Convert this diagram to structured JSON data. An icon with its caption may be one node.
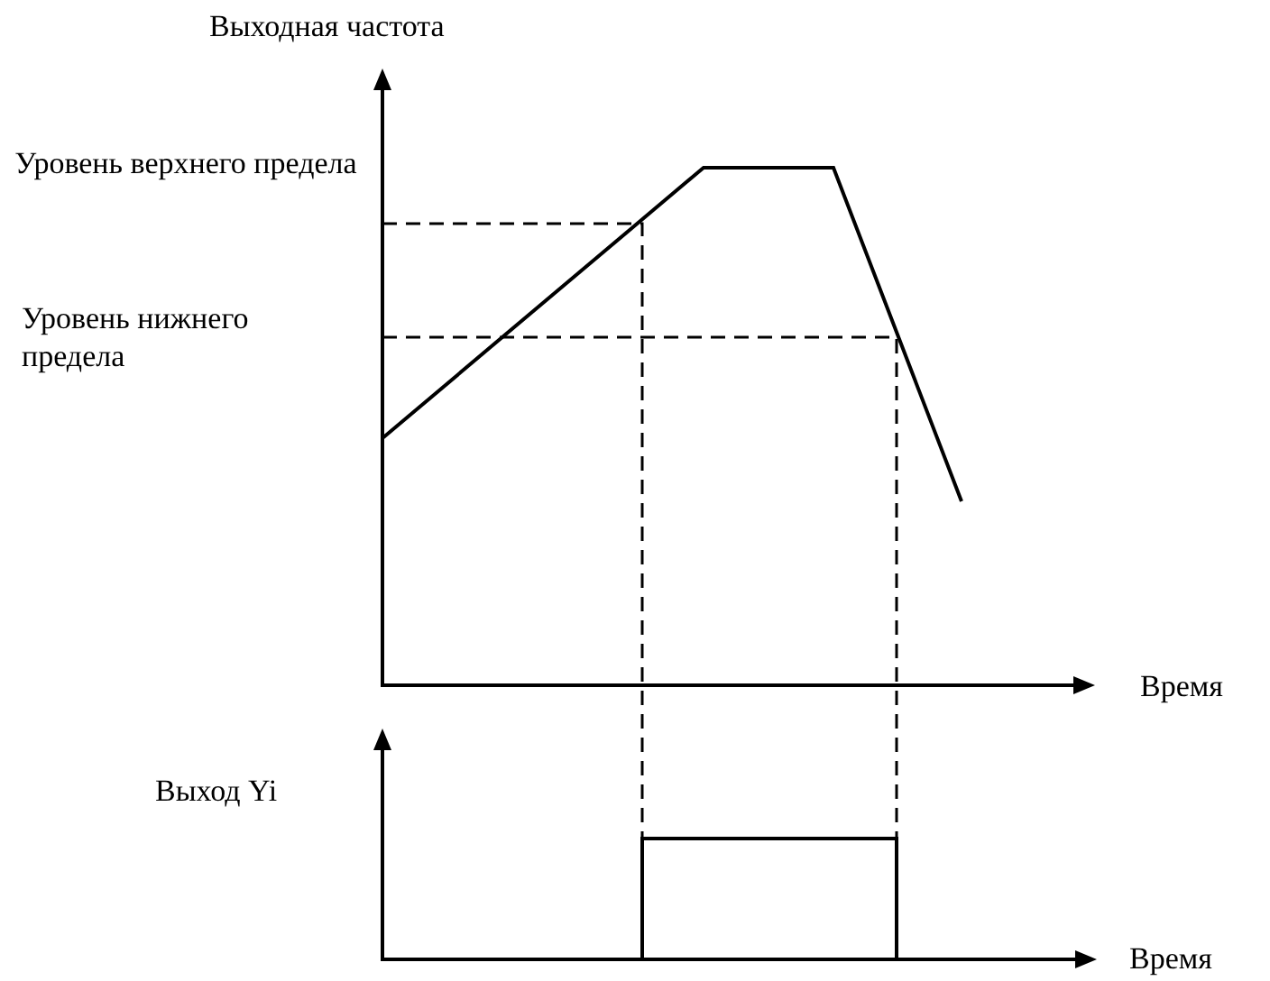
{
  "diagram": {
    "labels": [
      "Выходная частота",
      "Уровень верхнего предела",
      "Уровень нижнего предела",
      "Время",
      "Выход Yi",
      "Время"
    ]
  }
}
